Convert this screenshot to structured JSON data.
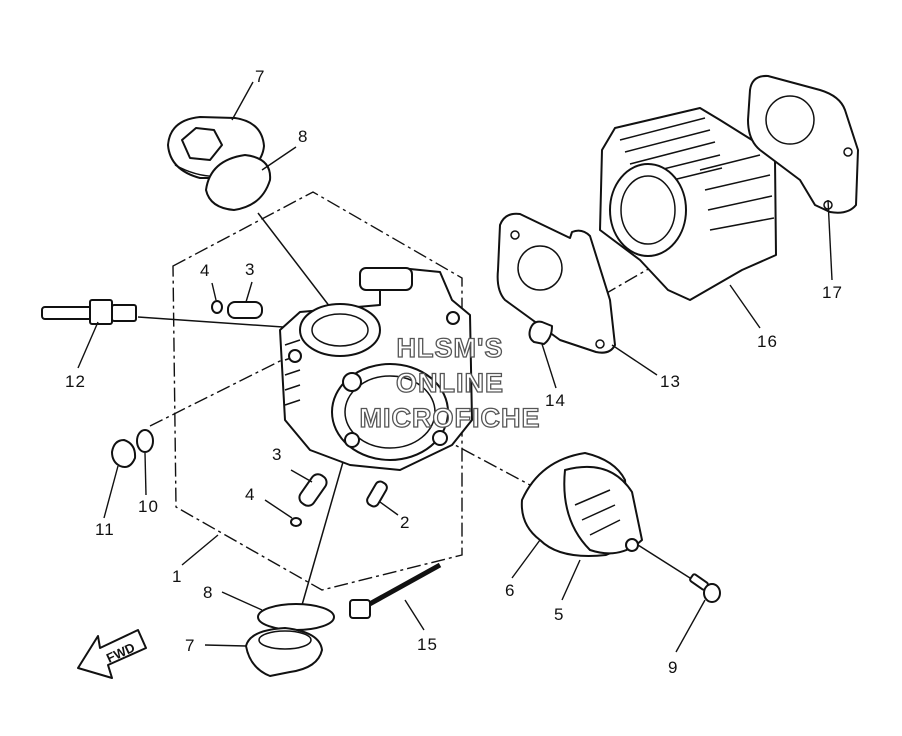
{
  "watermark": {
    "line1": "HLSM'S",
    "line2": "ONLINE",
    "line3": "MICROFICHE"
  },
  "direction_arrow": "FWD",
  "callouts": [
    "1",
    "2",
    "3",
    "3",
    "4",
    "4",
    "5",
    "6",
    "7",
    "7",
    "8",
    "8",
    "9",
    "10",
    "11",
    "12",
    "13",
    "14",
    "15",
    "16",
    "17"
  ]
}
